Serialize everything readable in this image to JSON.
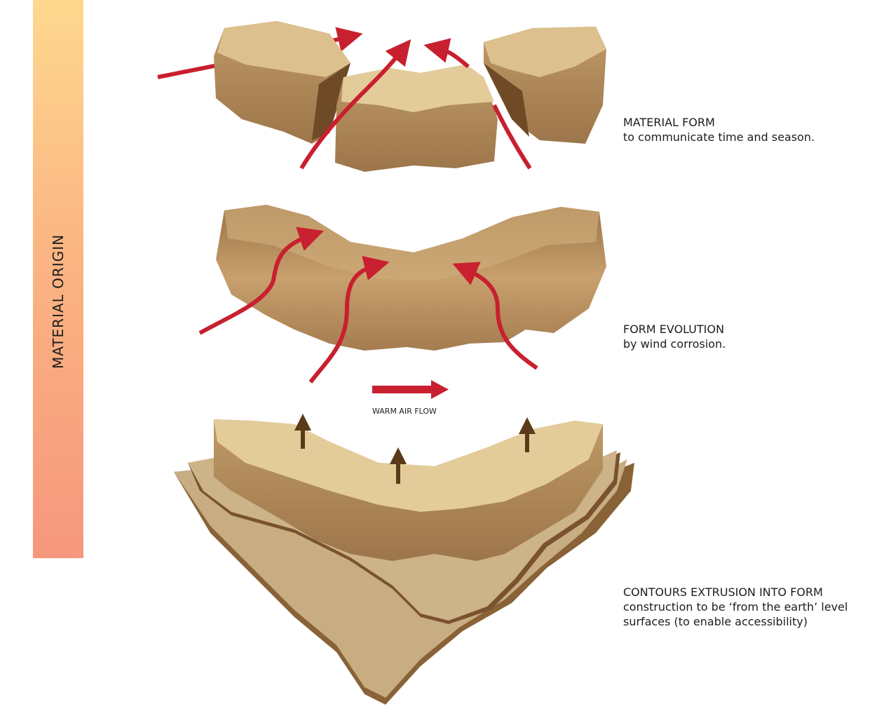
{
  "sidebar": {
    "label": "MATERIAL ORIGIN"
  },
  "stages": [
    {
      "title": "MATERIAL FORM",
      "caption": "to communicate time and season."
    },
    {
      "title": "FORM EVOLUTION",
      "caption": "by wind corrosion."
    },
    {
      "title": "CONTOURS EXTRUSION INTO FORM",
      "caption": "construction to be ‘from the earth’ level surfaces (to enable accessibility)"
    }
  ],
  "legend": {
    "warm_air_flow": "WARM AIR FLOW"
  },
  "colors": {
    "sidebar_top": "#fed88f",
    "sidebar_bottom": "#f6977d",
    "rock_top": "#e3cc9a",
    "rock_side": "#a77f52",
    "rock_shadow": "#6e4a26",
    "arrow_wind": "#c8202f",
    "arrow_up": "#5a3a18",
    "contour_fill": "#c8ad83",
    "contour_edge": "#7a5230"
  }
}
